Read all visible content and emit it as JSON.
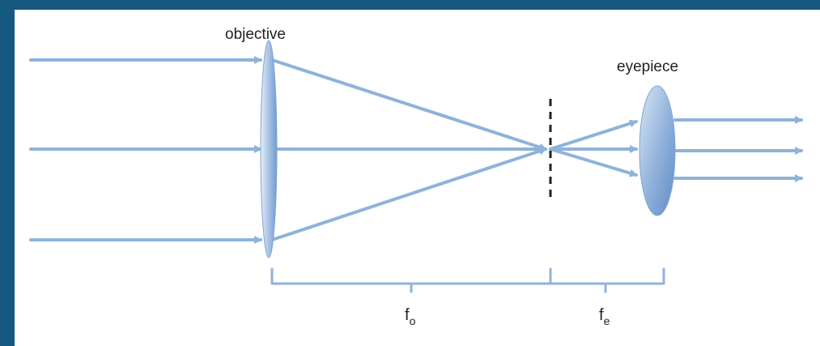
{
  "labels": {
    "objective": "objective",
    "eyepiece": "eyepiece",
    "fo_main": "f",
    "fo_sub": "o",
    "fe_main": "f",
    "fe_sub": "e"
  },
  "colors": {
    "background": "#14587f",
    "canvas": "#ffffff",
    "ray": "#8fb3d9",
    "lens_light": "#d6e4f4",
    "lens_dark": "#6f9bd0",
    "dashed_line": "#222222",
    "text": "#222222"
  }
}
